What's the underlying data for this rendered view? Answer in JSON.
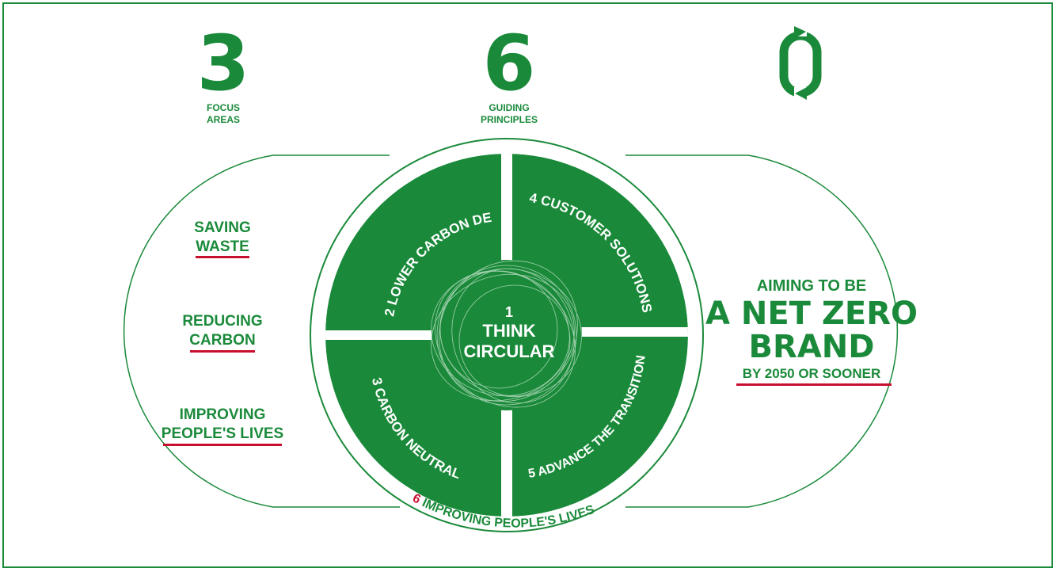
{
  "colors": {
    "green": "#1a8a3a",
    "dark_green": "#157a30",
    "red": "#c8102e",
    "white": "#ffffff"
  },
  "stats": [
    {
      "number": "3",
      "label_line1": "FOCUS",
      "label_line2": "AREAS"
    },
    {
      "number": "6",
      "label_line1": "GUIDING",
      "label_line2": "PRINCIPLES"
    },
    {
      "number": "0",
      "label_line1": "",
      "label_line2": "",
      "icon": "circular-arrows-zero-icon"
    }
  ],
  "focus_areas": [
    {
      "line1": "SAVING",
      "line2": "WASTE"
    },
    {
      "line1": "REDUCING",
      "line2": "CARBON"
    },
    {
      "line1": "IMPROVING",
      "line2": "PEOPLE'S LIVES"
    }
  ],
  "principles": {
    "center": {
      "number": "1",
      "line1": "THINK",
      "line2": "CIRCULAR"
    },
    "top_left": {
      "number": "2",
      "label": "LOWER CARBON DESIGN"
    },
    "top_right": {
      "number": "4",
      "label": "CUSTOMER SOLUTIONS"
    },
    "bottom_left": {
      "number": "3",
      "label": "CARBON NEUTRAL"
    },
    "bottom_right": {
      "number": "5",
      "label": "ADVANCE THE TRANSITION"
    },
    "outer": {
      "number": "6",
      "label": "IMPROVING PEOPLE'S LIVES"
    }
  },
  "goal": {
    "line1": "AIMING TO BE",
    "line2": "A NET ZERO",
    "line3": "BRAND",
    "line4": "BY 2050 OR SOONER"
  }
}
